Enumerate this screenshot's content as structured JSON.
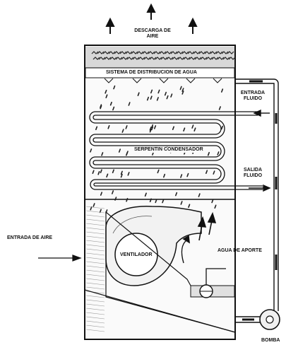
{
  "labels": {
    "air_discharge": "DESCARGA DE AIRE",
    "water_distribution": "SISTEMA DE DISTRIBUCION DE AGUA",
    "fluid_inlet": "ENTRADA FLUIDO",
    "condenser_coil": "SERPENTIN CONDENSADOR",
    "fluid_outlet": "SALIDA FLUIDO",
    "air_inlet": "ENTRADA DE AIRE",
    "fan": "VENTILADOR",
    "makeup_water": "AGUA DE APORTE",
    "pump": "BOMBA"
  },
  "colors": {
    "line": "#111111",
    "fill": "#ececec",
    "shade": "#d4d4d4"
  },
  "icons": {
    "fan": "centrifugal-fan-icon",
    "pump": "pump-icon",
    "float_valve": "float-valve-icon"
  }
}
